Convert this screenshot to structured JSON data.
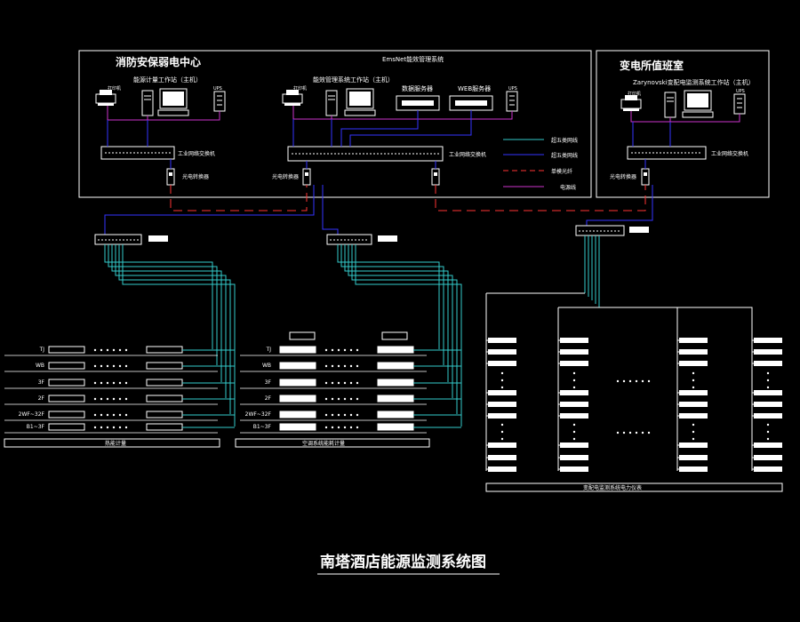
{
  "title": "南塔酒店能源监测系统图",
  "rooms": {
    "fire_center": "消防安保弱电中心",
    "substation": "变电所值班室",
    "system_name": "EmsNet能效管理系统"
  },
  "workstations": {
    "energy": "能源计量工作站（主机）",
    "mgmt": "能效管理系统工作站（主机）",
    "power": "Zarynovski变配电监测系统工作站（主机）"
  },
  "servers": {
    "data": "数据服务器",
    "web": "WEB服务器"
  },
  "device_labels": {
    "printer": "打印机",
    "ups": "UPS"
  },
  "switches": {
    "left": "工业网络交换机",
    "center": "工业网络交换机",
    "right": "工业网络交换机"
  },
  "converters": {
    "left": "光电转换器",
    "center": "光电转换器",
    "right": "光电转换器"
  },
  "legend": [
    {
      "label": "超五类网线",
      "color": "#33cccc",
      "style": "solid"
    },
    {
      "label": "超五类网线",
      "color": "#3333ff",
      "style": "solid"
    },
    {
      "label": "单模光纤",
      "color": "#ff3333",
      "style": "dashed"
    },
    {
      "label": "电源线",
      "color": "#cc33cc",
      "style": "solid"
    }
  ],
  "floor_labels": {
    "panel1": [
      "TJ",
      "WB",
      "3F",
      "2F",
      "2WF~32F",
      "B1~3F"
    ],
    "panel2": [
      "TJ",
      "WB",
      "3F",
      "2F",
      "2WF~32F",
      "B1~3F"
    ]
  },
  "panel_captions": {
    "panel1": "热能计量",
    "panel2": "空调系统能耗计量",
    "panel3": "变配电监测系统电力仪表"
  },
  "colors": {
    "cyan": "#33cccc",
    "blue": "#3333ff",
    "red": "#ff3333",
    "magenta": "#cc33cc",
    "white": "#ffffff"
  }
}
